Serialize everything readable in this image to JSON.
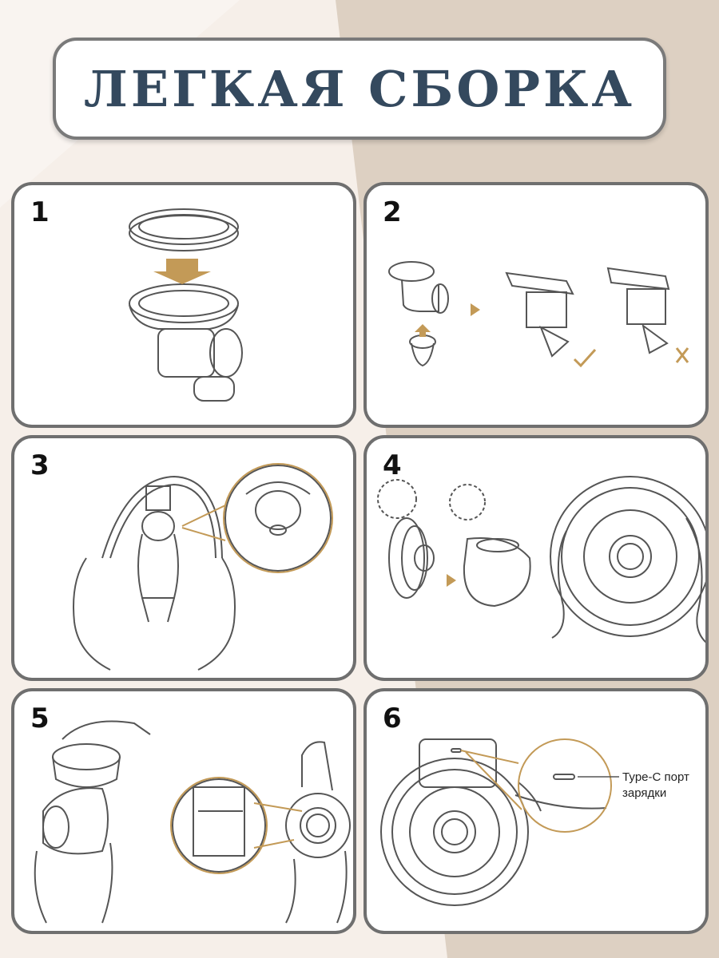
{
  "title": "ЛЕГКАЯ СБОРКА",
  "steps": [
    {
      "number": "1",
      "icon": "seal-ring-onto-flange-illustration"
    },
    {
      "number": "2",
      "icon": "valve-attachment-illustration"
    },
    {
      "number": "3",
      "icon": "flange-alignment-illustration"
    },
    {
      "number": "4",
      "icon": "shield-into-pump-illustration"
    },
    {
      "number": "5",
      "icon": "collection-cup-attach-illustration"
    },
    {
      "number": "6",
      "icon": "charging-port-illustration"
    }
  ],
  "port_label": {
    "line1": "Type-C порт",
    "line2": "зарядки"
  },
  "colors": {
    "accent": "#c39a57",
    "title_text": "#34495e",
    "panel_border": "#6f6f6f",
    "background_light": "#f4ece6",
    "background_tan": "#ddd0c2"
  }
}
